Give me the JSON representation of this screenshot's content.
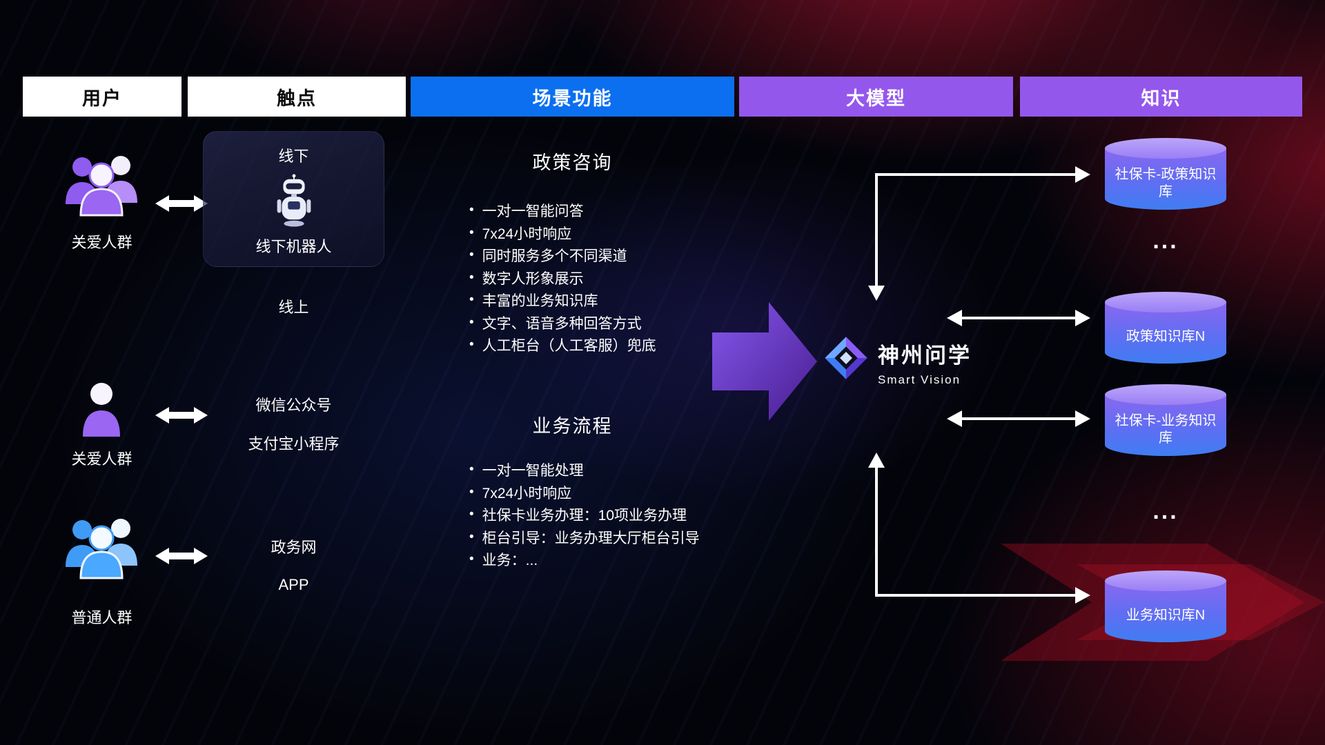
{
  "header": {
    "columns": [
      {
        "label": "用户"
      },
      {
        "label": "触点"
      },
      {
        "label": "场景功能"
      },
      {
        "label": "大模型"
      },
      {
        "label": "知识"
      }
    ]
  },
  "colors": {
    "header_blue": "#0b6ff0",
    "header_purple": "#9457ec",
    "accent_purple": "#9a66f2",
    "accent_blue": "#3f9bf5",
    "arrow_purple": "#6d28d9",
    "background_red_glow": "#c11430",
    "cylinder_top": "#b29bf7",
    "cylinder_bottom": "#3f7df2"
  },
  "users": {
    "rows": [
      {
        "label": "关爱人群",
        "icon": "group-purple-icon"
      },
      {
        "label": "关爱人群",
        "icon": "person-purple-icon"
      },
      {
        "label": "普通人群",
        "icon": "group-blue-icon"
      }
    ]
  },
  "touchpoints": {
    "offline": {
      "label": "线下",
      "robot_label": "线下机器人",
      "robot_icon": "robot-icon"
    },
    "online_label": "线上",
    "online_channels": [
      "微信公众号",
      "支付宝小程序"
    ],
    "gov_channels": [
      "政务网",
      "APP"
    ]
  },
  "functions": {
    "policy": {
      "title": "政策咨询",
      "items": [
        "一对一智能问答",
        "7x24小时响应",
        "同时服务多个不同渠道",
        "数字人形象展示",
        "丰富的业务知识库",
        "文字、语音多种回答方式",
        "人工柜台（人工客服）兜底"
      ]
    },
    "business": {
      "title": "业务流程",
      "items": [
        "一对一智能处理",
        "7x24小时响应",
        "社保卡业务办理：10项业务办理",
        "柜台引导：业务办理大厅柜台引导",
        "业务：..."
      ]
    }
  },
  "model": {
    "brand": "神州问学",
    "brand_sub": "Smart Vision"
  },
  "knowledge": {
    "ellipsis": "...",
    "databases": [
      "社保卡-政策知识库",
      "政策知识库N",
      "社保卡-业务知识库",
      "业务知识库N"
    ]
  }
}
